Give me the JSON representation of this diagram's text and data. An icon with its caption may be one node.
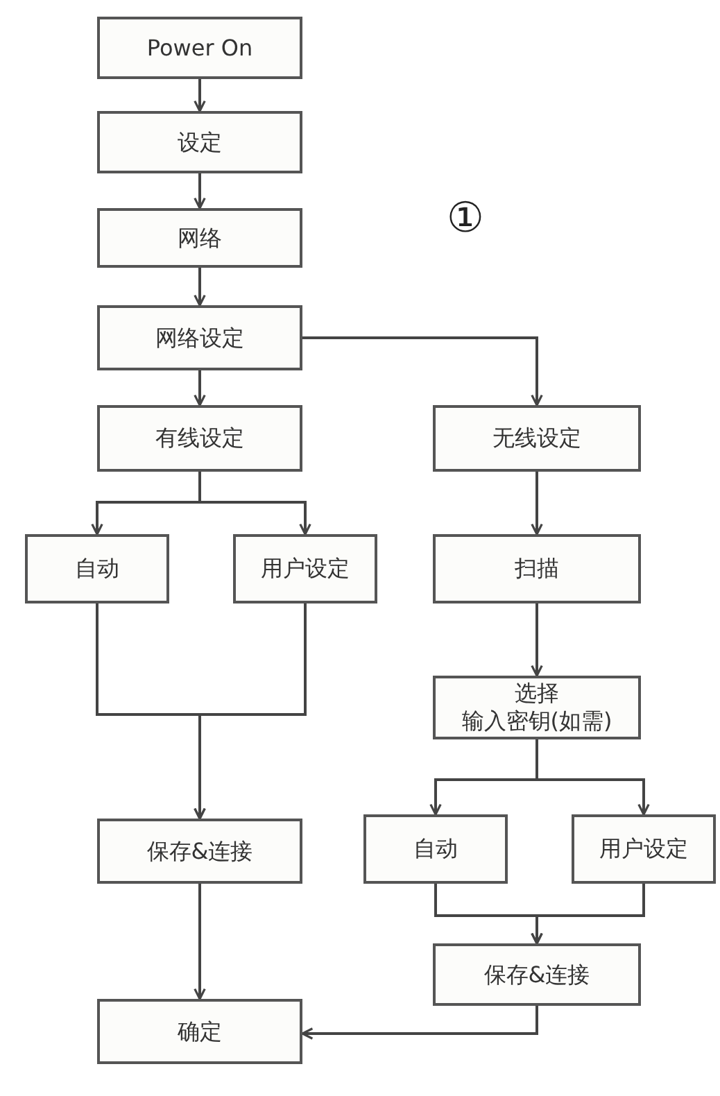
{
  "diagram": {
    "nodes": [
      {
        "text": [
          "Power On"
        ]
      },
      {
        "text": [
          "设定"
        ]
      },
      {
        "text": [
          "网络"
        ]
      },
      {
        "text": [
          "网络设定"
        ]
      },
      {
        "text": [
          "有线设定"
        ]
      },
      {
        "text": [
          "无线设定"
        ]
      },
      {
        "text": [
          "自动"
        ]
      },
      {
        "text": [
          "用户设定"
        ]
      },
      {
        "text": [
          "扫描"
        ]
      },
      {
        "text": [
          "选择",
          "输入密钥(如需)"
        ]
      },
      {
        "text": [
          "保存&连接"
        ]
      },
      {
        "text": [
          "自动"
        ]
      },
      {
        "text": [
          "用户设定"
        ]
      },
      {
        "text": [
          "保存&连接"
        ]
      },
      {
        "text": [
          "确定"
        ]
      }
    ],
    "edges": [
      {
        "from": 0,
        "to": 1,
        "arrow": "to"
      },
      {
        "from": 1,
        "to": 2,
        "arrow": "to"
      },
      {
        "from": 2,
        "to": 3,
        "arrow": "to"
      },
      {
        "from": 3,
        "to": 4,
        "arrow": "to"
      },
      {
        "from": 3,
        "to": 5,
        "arrow": "to"
      },
      {
        "from": 4,
        "to": 6,
        "arrow": "to"
      },
      {
        "from": 4,
        "to": 7,
        "arrow": "to"
      },
      {
        "from": 5,
        "to": 8,
        "arrow": "to"
      },
      {
        "from": 6,
        "to": 10,
        "arrow": "to"
      },
      {
        "from": 7,
        "to": 10,
        "arrow": "to"
      },
      {
        "from": 8,
        "to": 9,
        "arrow": "to"
      },
      {
        "from": 9,
        "to": 11,
        "arrow": "to"
      },
      {
        "from": 9,
        "to": 12,
        "arrow": "to"
      },
      {
        "from": 11,
        "to": 13,
        "arrow": "to"
      },
      {
        "from": 12,
        "to": 13,
        "arrow": "to"
      },
      {
        "from": 10,
        "to": 14,
        "arrow": "to"
      },
      {
        "from": 13,
        "to": 14,
        "arrow": "to"
      }
    ],
    "labels": [
      "①"
    ]
  }
}
